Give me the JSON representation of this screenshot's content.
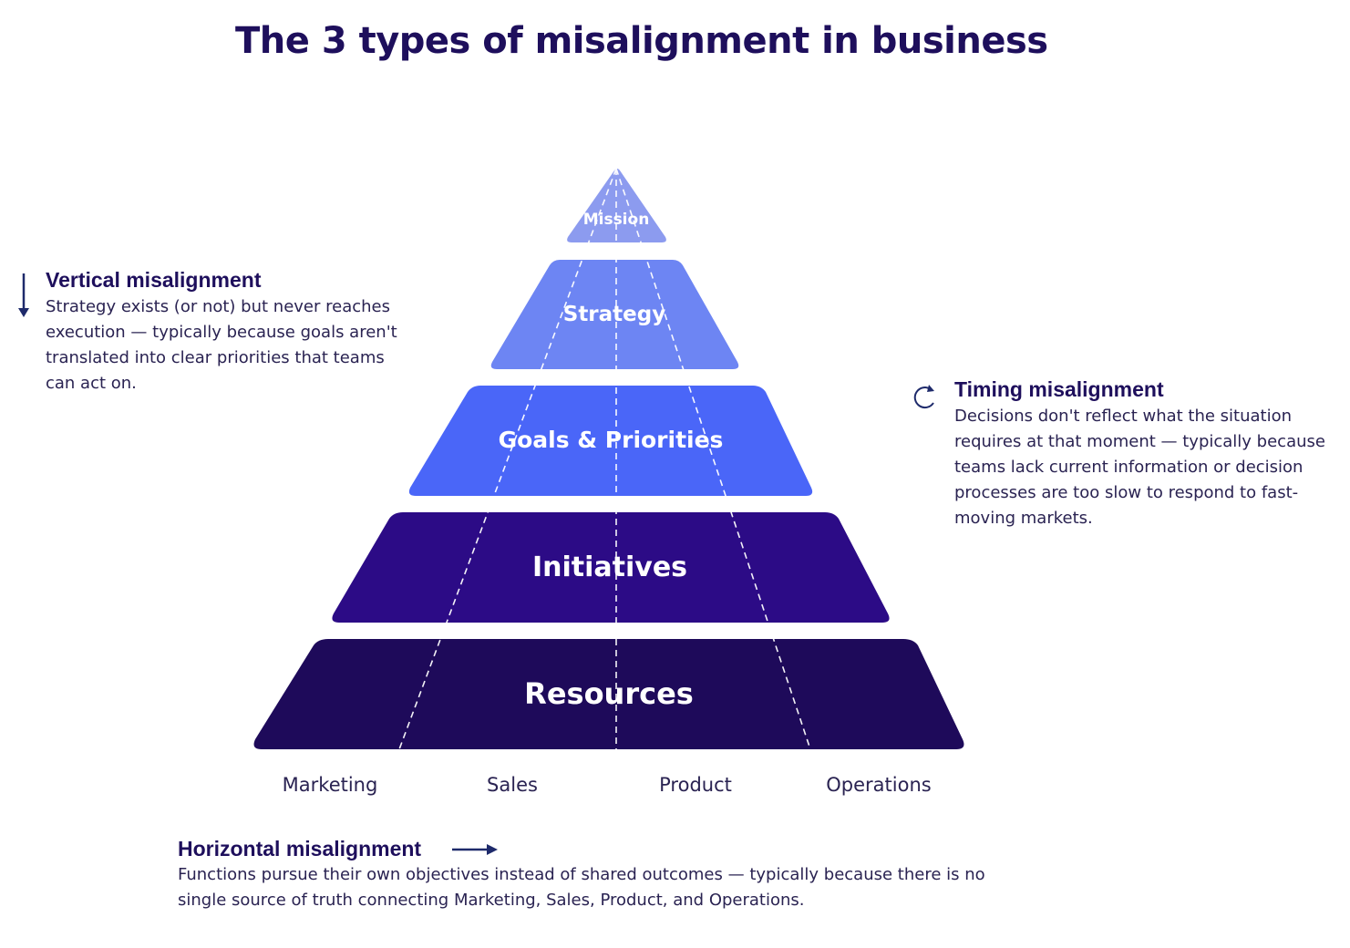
{
  "title": "The 3 types of misalignment in business",
  "pyramid": {
    "tiers": [
      {
        "label": "Mission",
        "color": "#8c9bef"
      },
      {
        "label": "Strategy",
        "color": "#6d85f3"
      },
      {
        "label": "Goals & Priorities",
        "color": "#4a66f8"
      },
      {
        "label": "Initiatives",
        "color": "#2c0b86"
      },
      {
        "label": "Resources",
        "color": "#1e0a5a"
      }
    ],
    "functions": [
      "Marketing",
      "Sales",
      "Product",
      "Operations"
    ]
  },
  "vertical": {
    "heading": "Vertical misalignment",
    "body": "Strategy exists (or not) but never reaches execution — typically because goals aren't translated into clear priorities that teams can act on.",
    "icon": "down-arrow-icon"
  },
  "timing": {
    "heading": "Timing misalignment",
    "body": "Decisions don't reflect what the situation requires at that moment — typically because teams lack current information or decision processes are too slow to respond to fast-moving markets.",
    "icon": "refresh-icon"
  },
  "horizontal": {
    "heading": "Horizontal misalignment",
    "body": "Functions pursue their own objectives instead of shared outcomes — typically because there is no single source of truth connecting Marketing, Sales, Product, and Operations.",
    "icon": "right-arrow-icon"
  },
  "colors": {
    "heading": "#1e0f5c",
    "text": "#2a2352",
    "divider": "#ffffff"
  }
}
